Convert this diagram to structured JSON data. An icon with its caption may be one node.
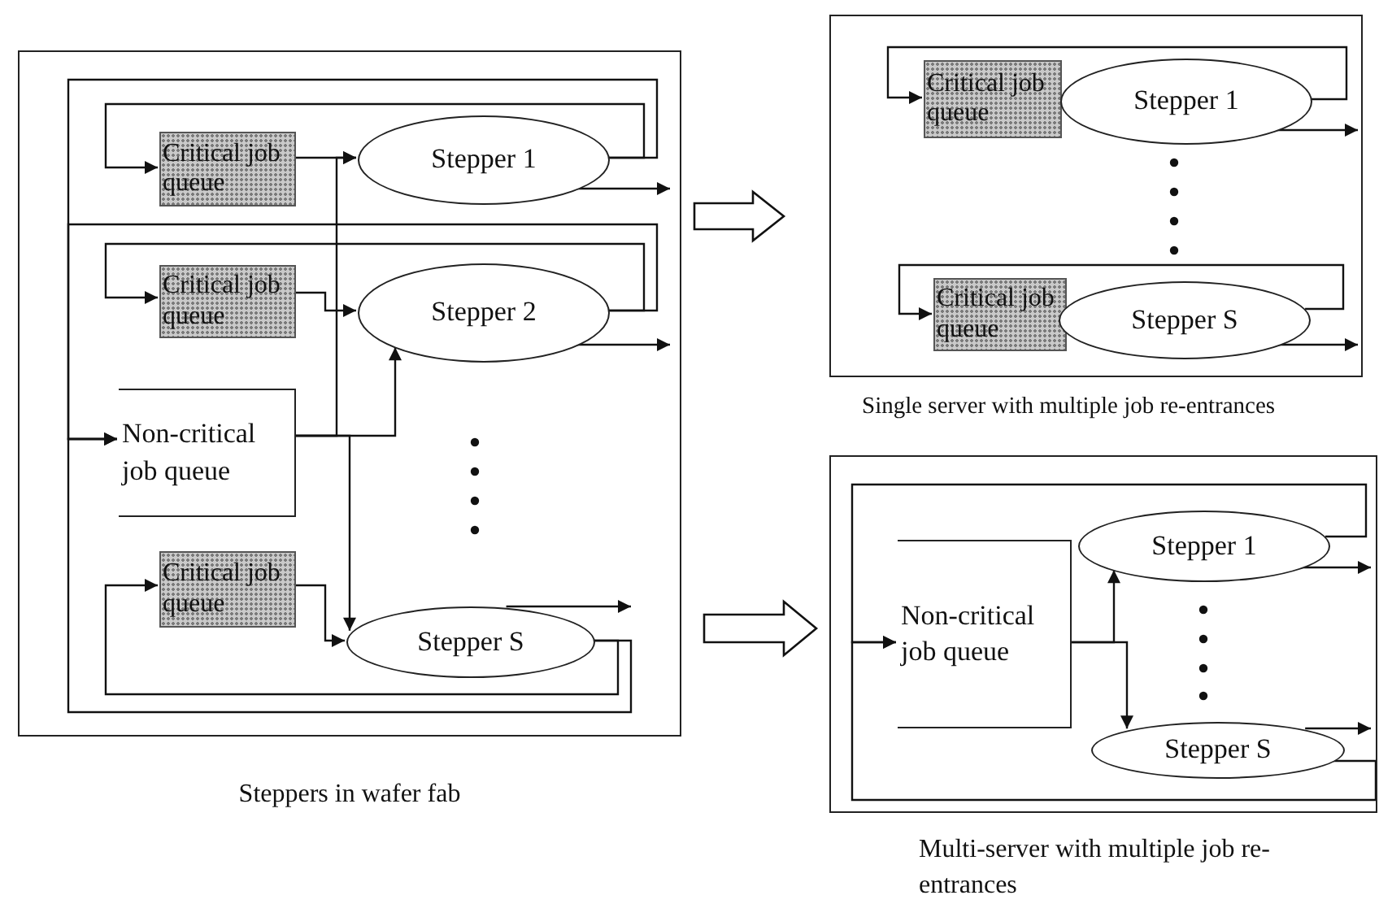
{
  "diagram": {
    "nodes": [
      {
        "text": [],
        "shape": "box",
        "beside": [
          "Steppers in wafer fab"
        ]
      },
      {
        "text": [
          "Critical job queue"
        ],
        "in": 0
      },
      {
        "text": [
          "Stepper 1"
        ],
        "in": 0
      },
      {
        "text": [
          "Critical job queue"
        ],
        "in": 0
      },
      {
        "text": [
          "Stepper 2"
        ],
        "in": 0
      },
      {
        "text": [
          "Non-critical job queue"
        ],
        "in": 0
      },
      {
        "text": [
          "Critical job queue"
        ],
        "in": 0
      },
      {
        "text": [
          "Stepper S"
        ],
        "in": 0
      },
      {
        "text": [],
        "shape": "box",
        "beside": [
          "Single server with multiple job re-entrances"
        ]
      },
      {
        "text": [
          "Critical job queue"
        ],
        "in": 8
      },
      {
        "text": [
          "Stepper 1"
        ],
        "in": 8
      },
      {
        "text": [
          "Critical job queue"
        ],
        "in": 8
      },
      {
        "text": [
          "Stepper S"
        ],
        "in": 8
      },
      {
        "text": [],
        "shape": "box",
        "beside": [
          "Multi-server with multiple job re-entrances"
        ]
      },
      {
        "text": [
          "Non-critical job queue"
        ],
        "in": 13
      },
      {
        "text": [
          "Stepper 1"
        ],
        "in": 13
      },
      {
        "text": [
          "Stepper S"
        ],
        "in": 13
      }
    ],
    "edges": [
      {
        "from": 1,
        "to": 2,
        "arrow": "to"
      },
      {
        "from": 2,
        "to": 1,
        "arrow": "to"
      },
      {
        "from": 2,
        "to": 5,
        "arrow": "to"
      },
      {
        "from": 2,
        "to": null,
        "arrow": "to"
      },
      {
        "from": 3,
        "to": 4,
        "arrow": "to"
      },
      {
        "from": 4,
        "to": 3,
        "arrow": "to"
      },
      {
        "from": 4,
        "to": 5,
        "arrow": "to"
      },
      {
        "from": 4,
        "to": null,
        "arrow": "to"
      },
      {
        "from": 5,
        "to": 2,
        "arrow": "to"
      },
      {
        "from": 5,
        "to": 4,
        "arrow": "to"
      },
      {
        "from": 5,
        "to": 7,
        "arrow": "to"
      },
      {
        "from": 6,
        "to": 7,
        "arrow": "to"
      },
      {
        "from": 7,
        "to": 6,
        "arrow": "to"
      },
      {
        "from": 7,
        "to": 5,
        "arrow": "to"
      },
      {
        "from": 7,
        "to": null,
        "arrow": "to"
      },
      {
        "from": 0,
        "to": 8,
        "arrow": "to",
        "style": "thick"
      },
      {
        "from": 0,
        "to": 13,
        "arrow": "to",
        "style": "thick"
      },
      {
        "from": 10,
        "to": 9,
        "arrow": "to"
      },
      {
        "from": 10,
        "to": null,
        "arrow": "to"
      },
      {
        "from": 12,
        "to": 11,
        "arrow": "to"
      },
      {
        "from": 12,
        "to": null,
        "arrow": "to"
      },
      {
        "from": 14,
        "to": 15,
        "arrow": "to"
      },
      {
        "from": 14,
        "to": 16,
        "arrow": "to"
      },
      {
        "from": 15,
        "to": 14,
        "arrow": "to"
      },
      {
        "from": 16,
        "to": 14,
        "arrow": "to"
      },
      {
        "from": 15,
        "to": null,
        "arrow": "to"
      },
      {
        "from": 16,
        "to": null,
        "arrow": "to"
      }
    ]
  }
}
